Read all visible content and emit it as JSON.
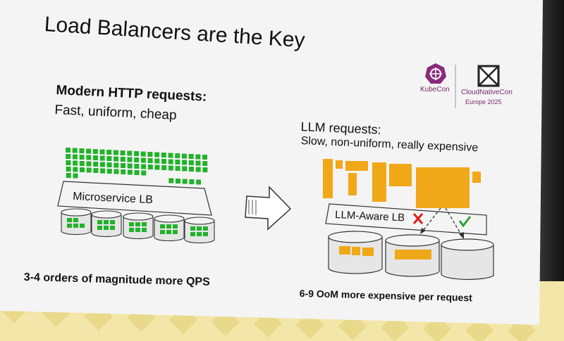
{
  "slide": {
    "title": "Load Balancers are the Key",
    "left": {
      "heading": "Modern HTTP requests:",
      "subheading": "Fast, uniform, cheap",
      "lb_label": "Microservice LB",
      "footer": "3-4 orders of magnitude more QPS"
    },
    "right": {
      "heading": "LLM requests:",
      "subheading": "Slow, non-uniform, really expensive",
      "lb_label": "LLM-Aware LB",
      "footer": "6-9 OoM more expensive per request"
    },
    "logos": {
      "kubecon": "KubeCon",
      "cloudnativecon": "CloudNativeCon",
      "event": "Europe 2025"
    }
  },
  "colors": {
    "green_request": "#22b22a",
    "orange_request": "#f0a818",
    "reject_mark": "#e0201a",
    "accept_mark": "#2fa030",
    "slide_bg": "#f4f4f4",
    "stage_yellow": "#f2e6a8",
    "kubecon_purple": "#7a2a6a"
  },
  "icons": {
    "arrow": "right-arrow-icon",
    "reject": "red-x-icon",
    "accept": "green-check-icon"
  }
}
